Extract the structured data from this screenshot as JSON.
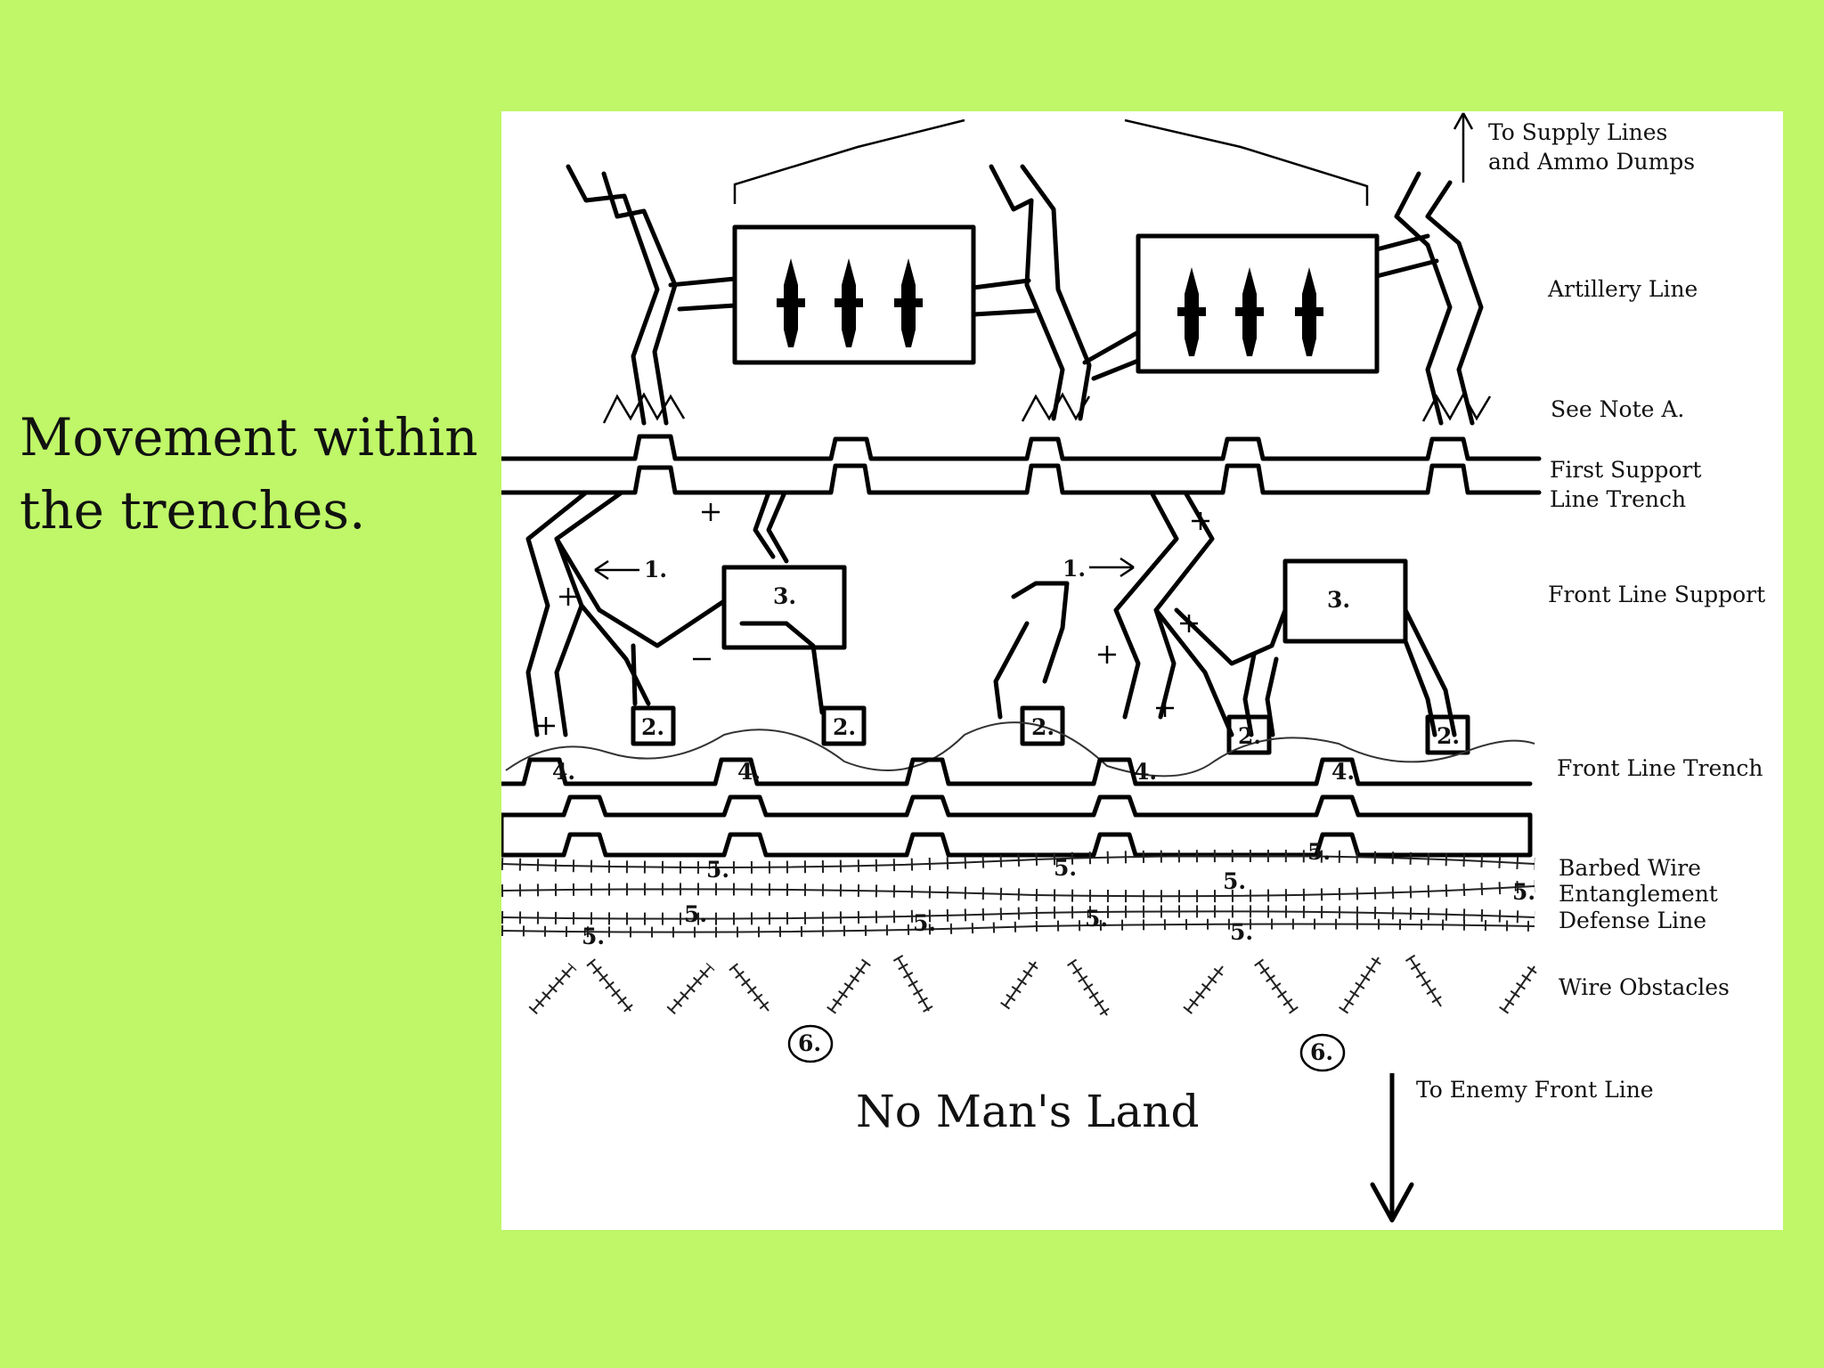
{
  "slide": {
    "title_line1": "Movement within",
    "title_line2": "the trenches."
  },
  "diagram": {
    "labels": {
      "supply": [
        "To Supply Lines",
        "and Ammo Dumps"
      ],
      "artillery": "Artillery Line",
      "note": "See Note A.",
      "first_support": [
        "First Support",
        "Line Trench"
      ],
      "front_support": "Front Line Support",
      "front_trench": "Front Line Trench",
      "barbed": [
        "Barbed Wire",
        "Entanglement",
        "Defense Line"
      ],
      "obstacles": "Wire Obstacles",
      "enemy": "To Enemy Front Line",
      "no_mans_land": "No Man's Land"
    },
    "markers": {
      "m1": "1.",
      "m2": "2.",
      "m3": "3.",
      "m4": "4.",
      "m5": "5.",
      "m6": "6."
    }
  },
  "colors": {
    "background": "#bff768",
    "panel": "#ffffff",
    "ink": "#000000"
  }
}
